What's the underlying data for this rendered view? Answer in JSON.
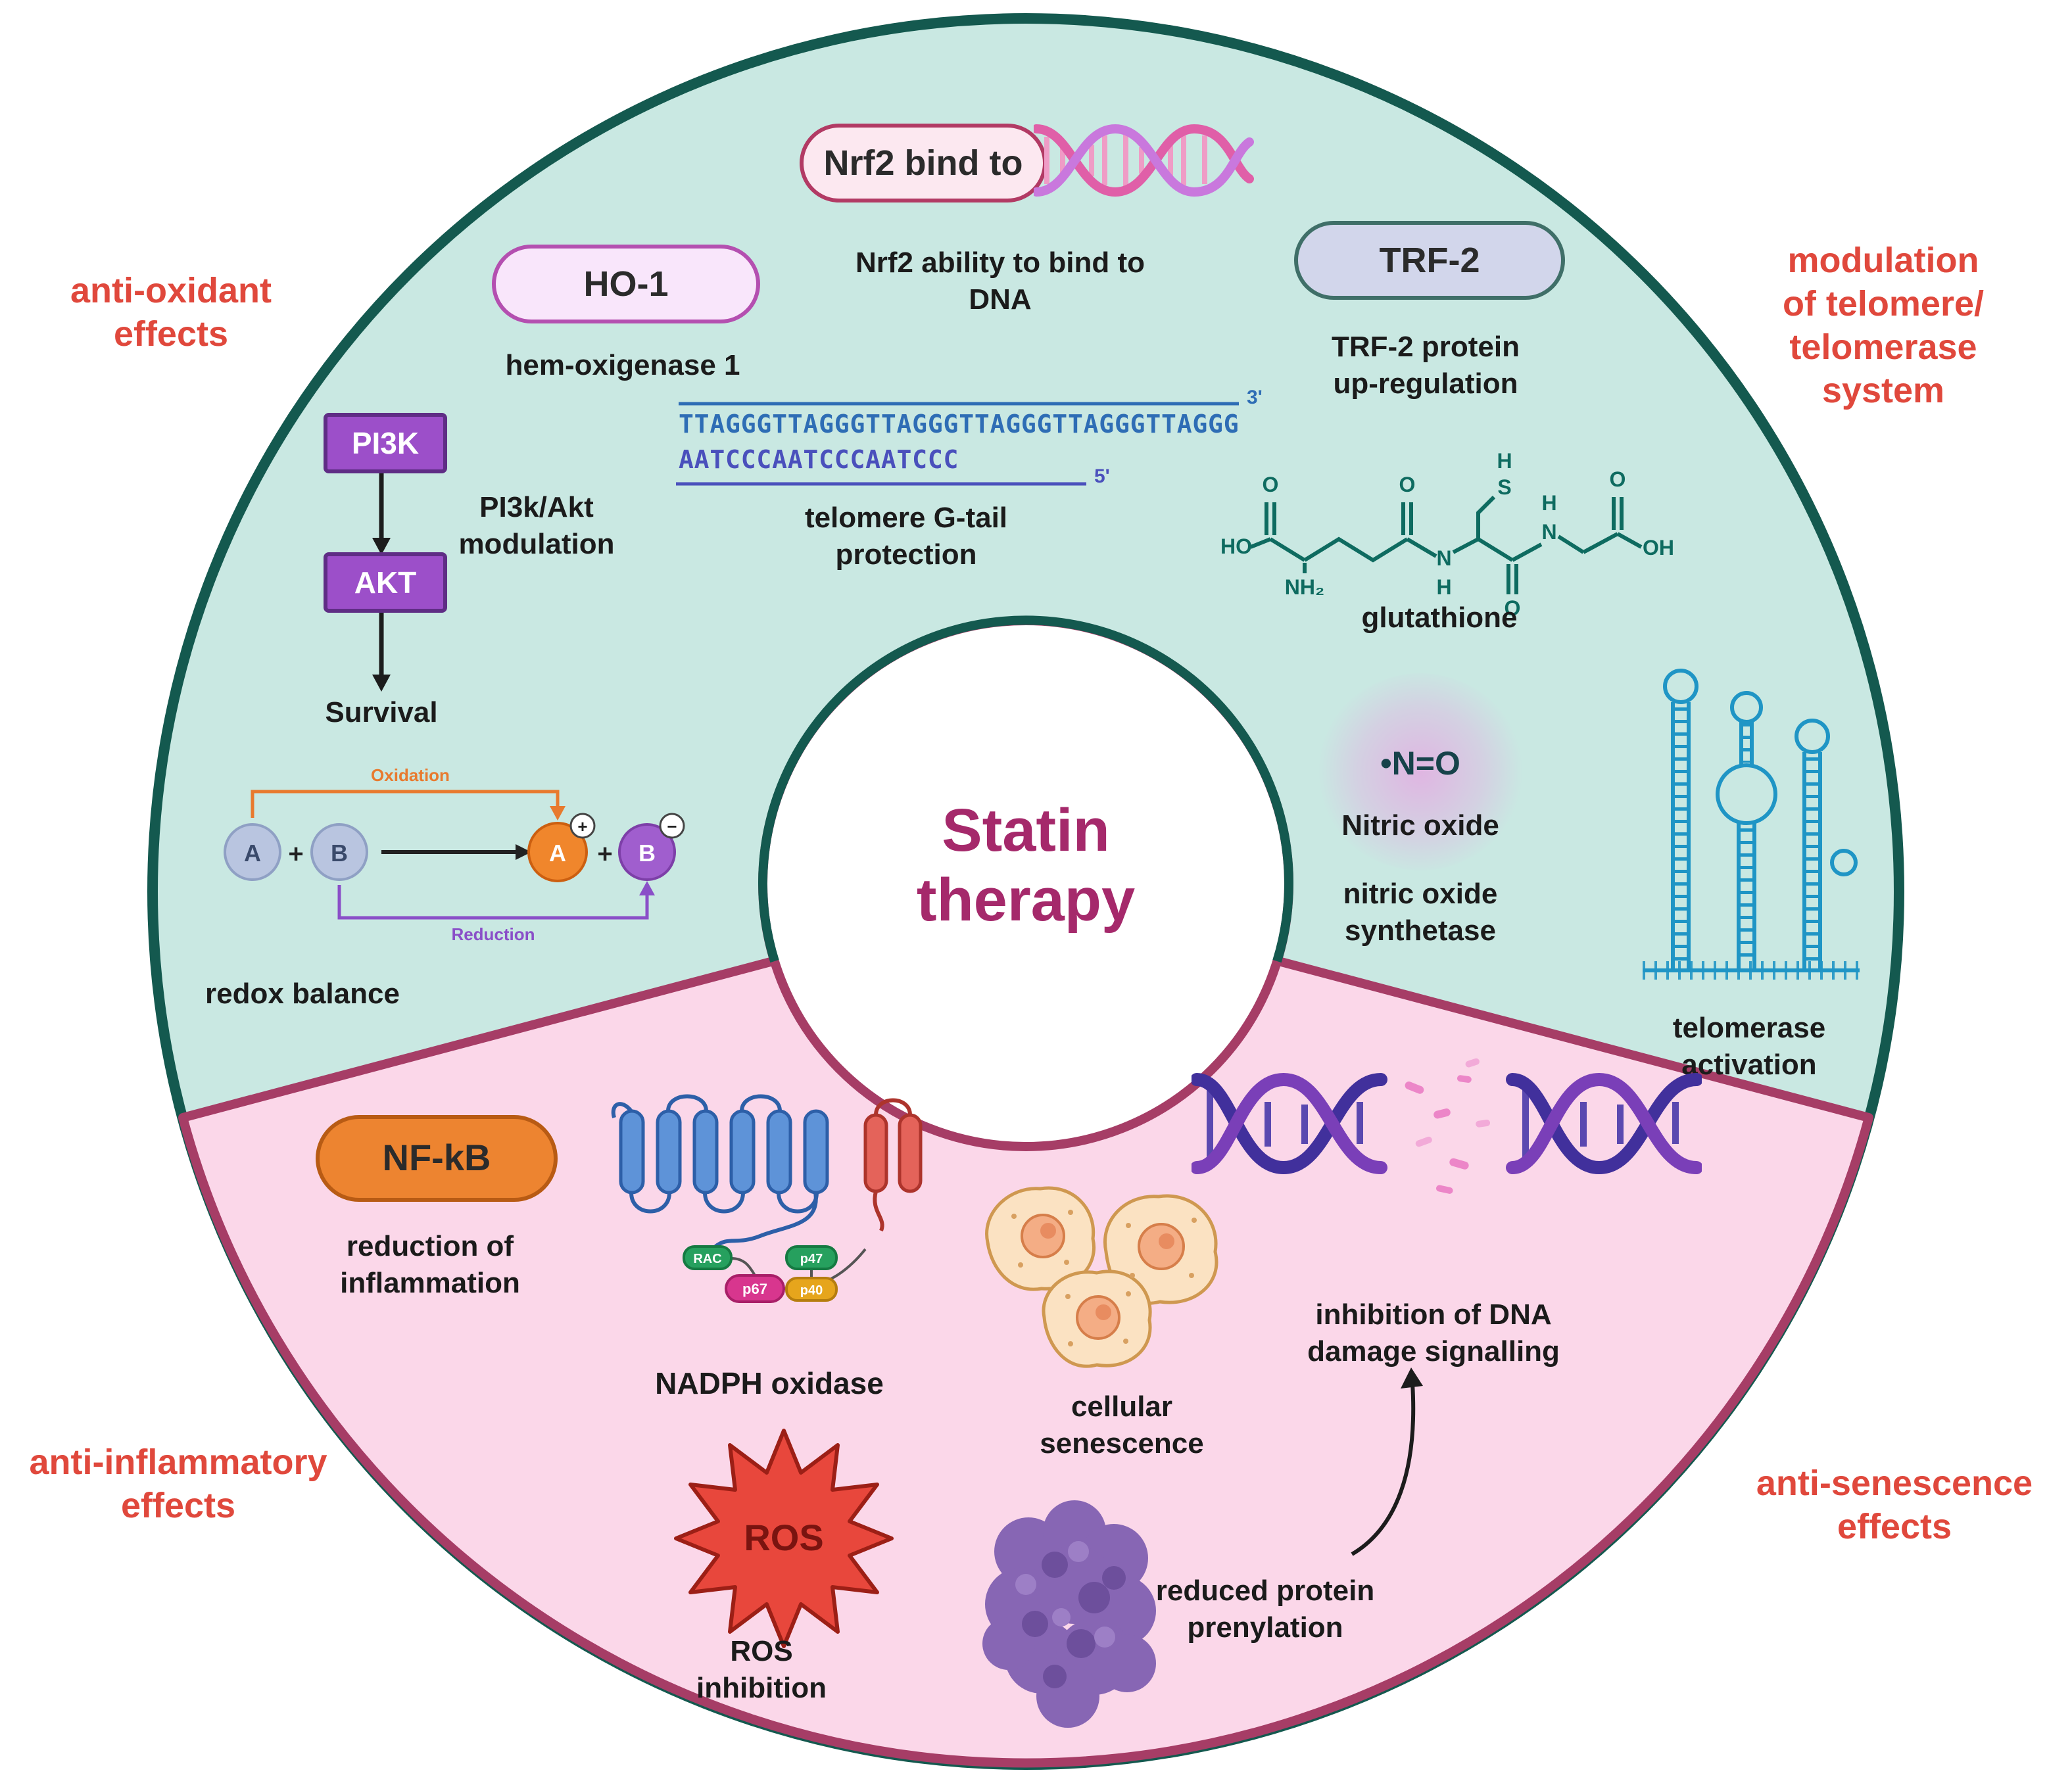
{
  "title": "Statin\ntherapy",
  "corners": {
    "top_left": "anti-oxidant\neffects",
    "top_right": "modulation\nof telomere/\ntelomerase\nsystem",
    "bottom_left": "anti-inflammatory\neffects",
    "bottom_right": "anti-senescence\neffects"
  },
  "antioxidant": {
    "nrf2_pill": "Nrf2 bind to",
    "nrf2_label": "Nrf2 ability to bind to\nDNA",
    "ho1_pill": "HO-1",
    "ho1_label": "hem-oxigenase 1",
    "pi3k": "PI3K",
    "akt": "AKT",
    "survival": "Survival",
    "pi3k_label": "PI3k/Akt\nmodulation",
    "redox_label": "redox balance",
    "redox": {
      "a": "A",
      "b": "B",
      "plus": "+",
      "plus_sign": "+",
      "minus_sign": "−",
      "oxidation": "Oxidation",
      "reduction": "Reduction"
    }
  },
  "telomere": {
    "trf2_pill": "TRF-2",
    "trf2_label": "TRF-2 protein\nup-regulation",
    "seq_top": "TTAGGGTTAGGGTTAGGGTTAGGGTTAGGGTTAGGG",
    "seq_bottom": "AATCCCAATCCCAATCCC",
    "three_prime": "3'",
    "five_prime": "5'",
    "gtail_label": "telomere G-tail\nprotection",
    "glutathione_label": "glutathione",
    "atoms": {
      "ho": "HO",
      "o": "O",
      "nh2": "NH₂",
      "n": "N",
      "h": "H",
      "s": "S",
      "oh": "OH"
    },
    "nitric_formula": "•N=O",
    "nitric_name": "Nitric oxide",
    "nos_label": "nitric oxide\nsynthetase",
    "telomerase_label": "telomerase\nactivation"
  },
  "inflammatory": {
    "nfkb_pill": "NF-kB",
    "nfkb_label": "reduction of\ninflammation",
    "nadph_label": "NADPH oxidase",
    "subunits": {
      "rac": "RAC",
      "p67": "p67",
      "p47": "p47",
      "p40": "p40"
    },
    "ros": "ROS",
    "ros_label": "ROS\ninhibition"
  },
  "senescence": {
    "cells_label": "cellular\nsenescence",
    "dna_damage_label": "inhibition of DNA\ndamage signalling",
    "prenylation_label": "reduced protein\nprenylation"
  },
  "colors": {
    "teal_bg": "#c9e8e2",
    "pink_bg": "#fbd7e9",
    "teal_border": "#14594f",
    "maroon_border": "#a63d66",
    "accent_red": "#e0483c",
    "title_color": "#a5296b",
    "purple_box": "#9c4fc9",
    "orange_pill": "#ed8430",
    "sequence_blue": "#2e6db5",
    "chem_teal": "#0e6b60"
  },
  "icons": {
    "dna_helix": "dna-helix-icon",
    "broken_dna": "damaged-dna-icon",
    "telomerase_rna": "telomerase-structure-icon",
    "nadph_oxidase": "nadph-oxidase-icon",
    "ros_star": "ros-star-icon",
    "senescent_cells": "senescent-cells-icon",
    "protein_blob": "protein-blob-icon",
    "glutathione_structure": "glutathione-structure-icon",
    "redox_scheme": "redox-scheme-icon",
    "curved_arrow": "curved-arrow-icon"
  }
}
